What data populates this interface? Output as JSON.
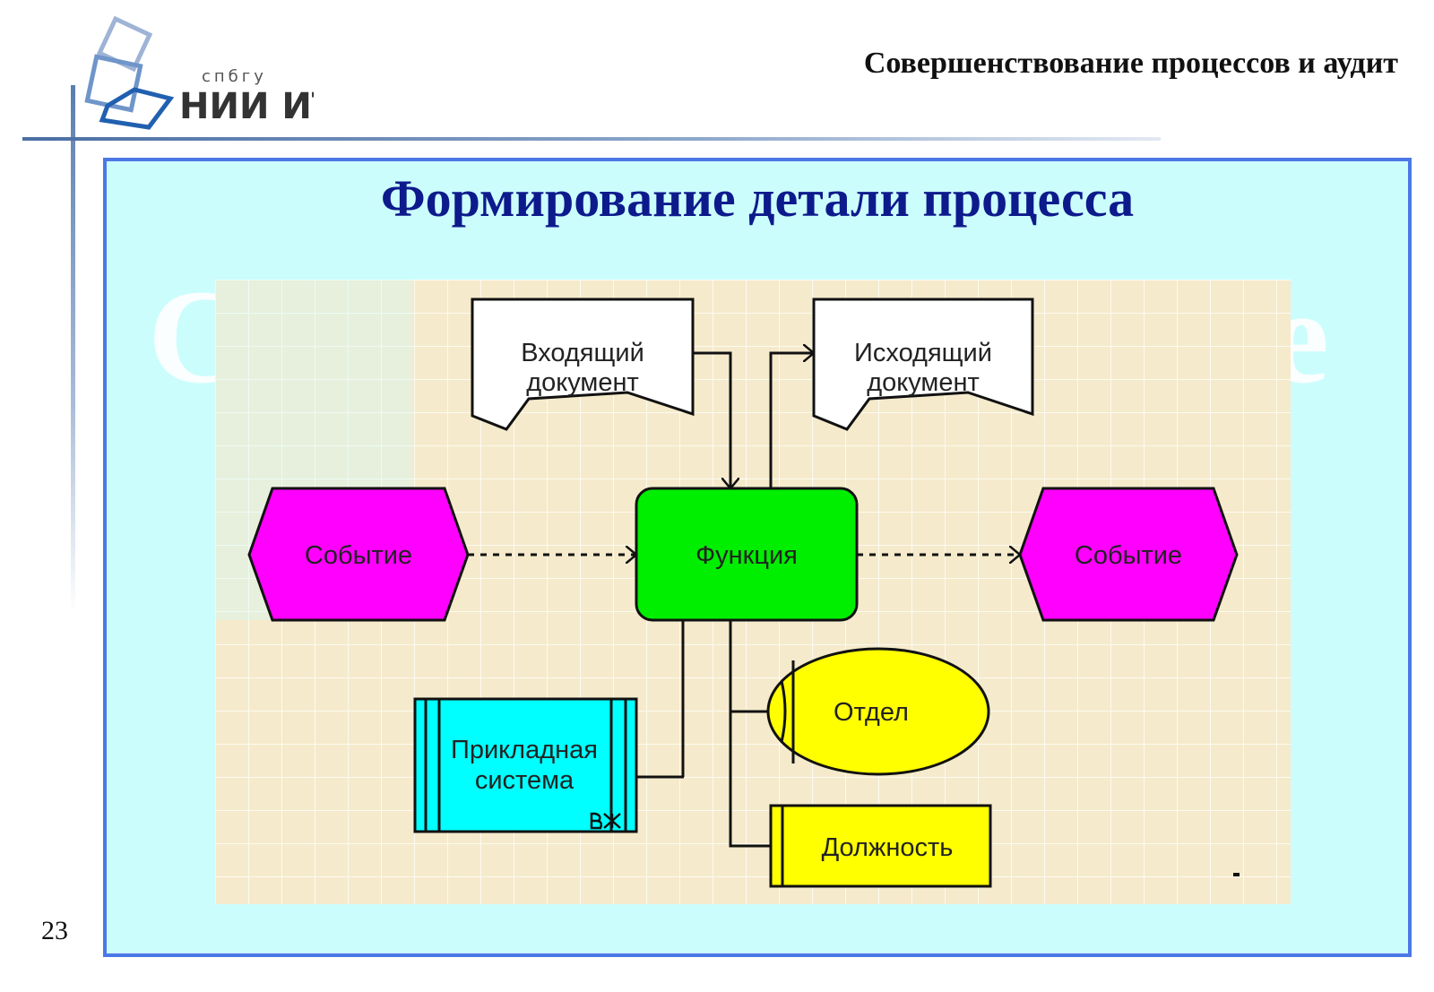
{
  "header": {
    "title": "Совершенствование процессов и аудит"
  },
  "logo": {
    "top_text": "спбгу",
    "main_text": "НИИ ИТ"
  },
  "slide": {
    "title": "Формирование детали процесса",
    "watermark_left": "С",
    "watermark_right": "ие",
    "page_number": "23"
  },
  "diagram": {
    "input_doc": [
      "Входящий",
      "документ"
    ],
    "output_doc": [
      "Исходящий",
      "документ"
    ],
    "event_left": "Событие",
    "function": "Функция",
    "event_right": "Событие",
    "system": [
      "Прикладная",
      "система"
    ],
    "department": "Отдел",
    "position": "Должность",
    "colors": {
      "event": "#ff00ff",
      "function": "#00ee00",
      "system": "#00ffff",
      "org": "#ffff00",
      "document": "#ffffff"
    }
  }
}
